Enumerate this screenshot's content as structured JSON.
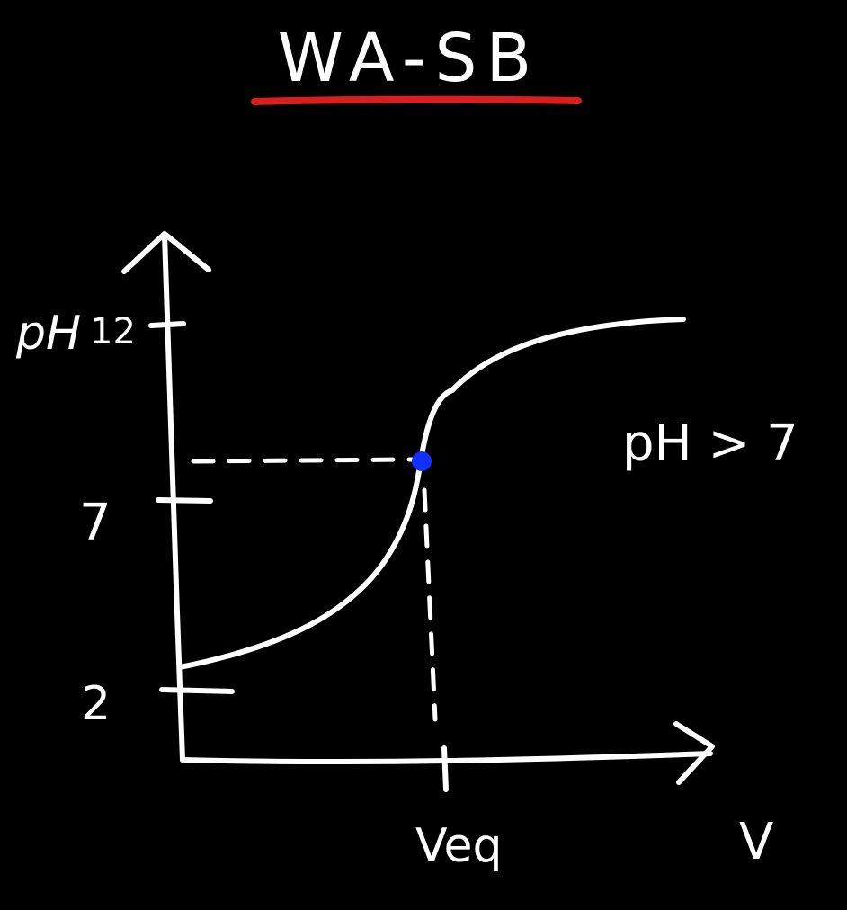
{
  "title": "WA-SB",
  "title_underline_color": "#d81e1e",
  "equivalence_point_color": "#1230ff",
  "background_color": "#000000",
  "ink_color": "#ffffff",
  "y_axis": {
    "label": "pH",
    "ticks": [
      "12",
      "7",
      "2"
    ]
  },
  "x_axis": {
    "label": "V",
    "tick_label": "Veq"
  },
  "annotation": "pH > 7"
}
